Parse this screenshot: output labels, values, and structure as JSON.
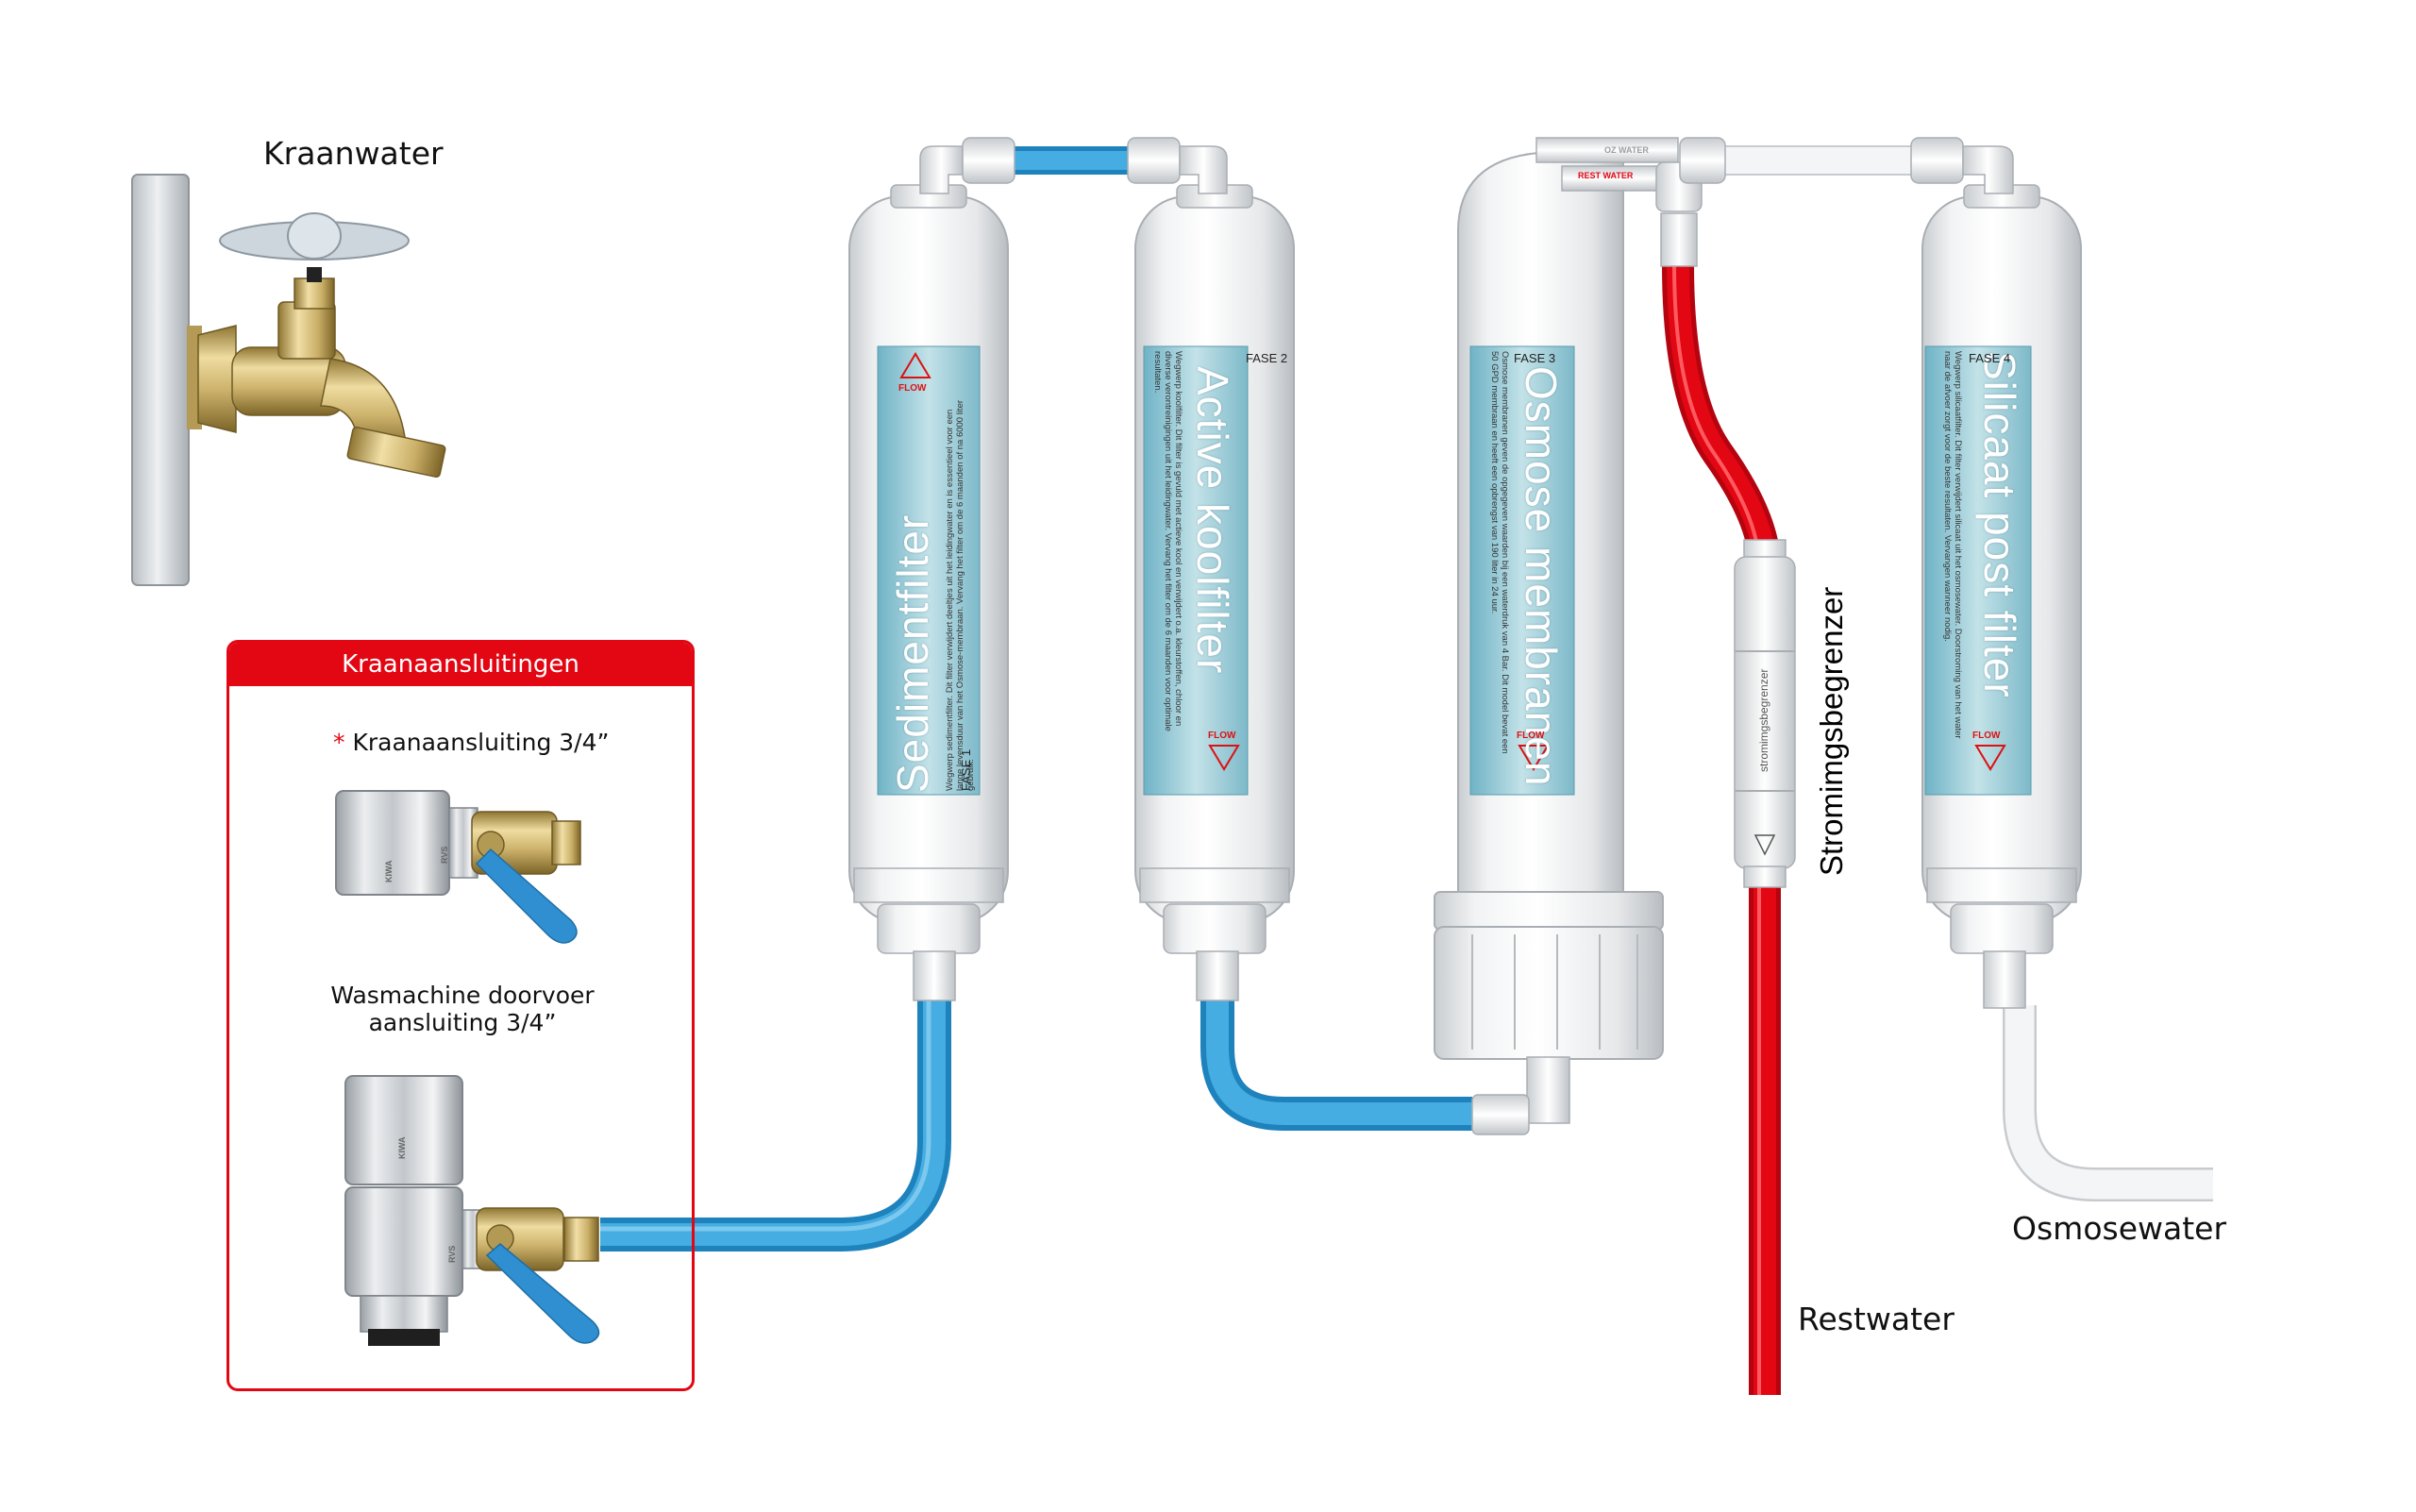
{
  "labels": {
    "tap_water": "Kraanwater",
    "flow_restrictor": "Stromimgsbegrenzer",
    "restrictor_body": "stromimgsbegrenzer",
    "osmosis_water": "Osmosewater",
    "waste_water": "Restwater",
    "ro_outlet": "OZ WATER",
    "ro_waste": "REST WATER",
    "flow": "FLOW"
  },
  "connections_box": {
    "title": "Kraanaansluitingen",
    "star": "*",
    "item1": "Kraanaansluiting 3/4”",
    "item2_line1": "Wasmachine doorvoer",
    "item2_line2": "aansluiting 3/4”",
    "brand": "KIWA",
    "material": "RVS"
  },
  "filters": [
    {
      "title": "Sedimentfilter",
      "stage": "FASE 1",
      "description": "Wegwerp sedimentfilter. Dit filter verwijdert deeltjes uit het leidingwater en is essentieel voor een lange levensduur van het Osmose-membraan. Vervang het filter om de 6 maanden of na 6000 liter gebruik."
    },
    {
      "title": "Active koolfilter",
      "stage": "FASE 2",
      "description": "Wegwerp koolfilter. Dit filter is gevuld met actieve kool en verwijdert o.a. kleurstoffen, chloor en diverse verontreinigingen uit het leidingwater. Vervang het filter om de 6 maanden voor optimale resultaten."
    },
    {
      "title": "Osmose membranen",
      "stage": "FASE 3",
      "description": "Osmose membranen geven de opgegeven waarden bij een waterdruk van 4 Bar. Dit model bevat een 50 GPD membraan en heeft een opbrengst van 190 liter in 24 uur."
    },
    {
      "title": "Silicaat post filter",
      "stage": "FASE 4",
      "description": "Wegwerp silicaatfilter. Dit filter verwijdert silicaat uit het osmosewater. Doorstroming van het water naar de afvoer zorgt voor de beste resultaten. Vervangen wanneer nodig."
    }
  ],
  "colors": {
    "blue_tube": "#3aa3dc",
    "red_tube": "#e30613",
    "clear_tube": "#f1f3f4",
    "brass": "#c9b06a",
    "accent_box": "#e30613"
  }
}
